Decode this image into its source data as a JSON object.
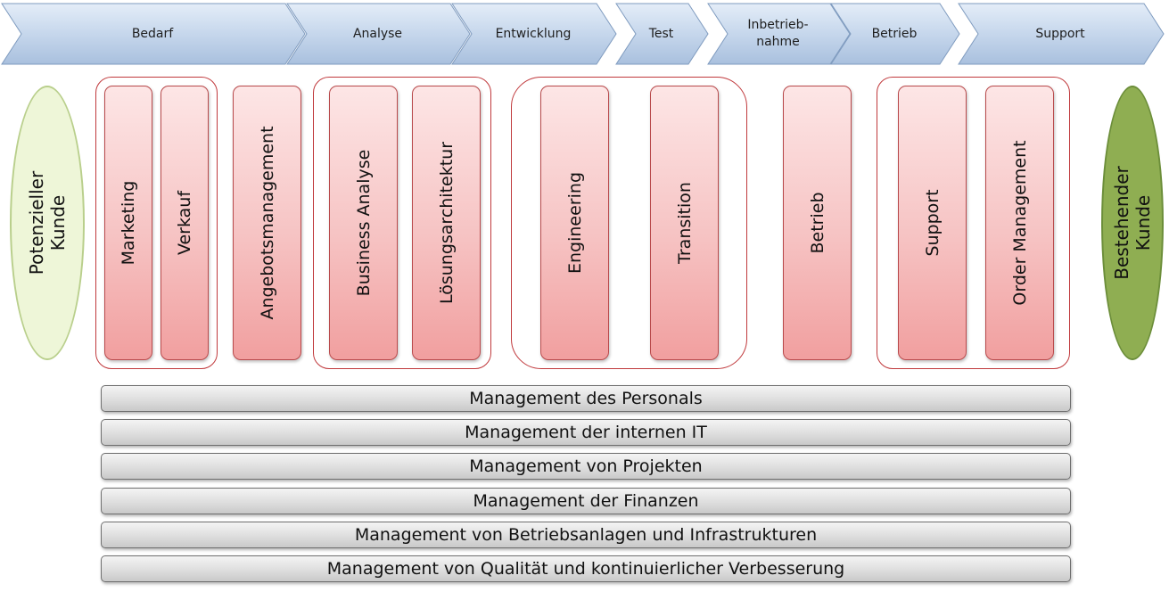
{
  "phases": [
    "Bedarf",
    "Analyse",
    "Entwicklung",
    "Test",
    "Inbetrieb-\nnahme",
    "Betrieb",
    "Support"
  ],
  "processes": {
    "marketing": "Marketing",
    "verkauf": "Verkauf",
    "angebotsmanagement": "Angebotsmanagement",
    "business_analyse": "Business Analyse",
    "loesungsarchitektur": "Lösungsarchitektur",
    "engineering": "Engineering",
    "transition": "Transition",
    "betrieb": "Betrieb",
    "support": "Support",
    "order_management": "Order Management"
  },
  "customers": {
    "potential": "Potenzieller\nKunde",
    "existing": "Bestehender\nKunde"
  },
  "management_bars": [
    "Management des Personals",
    "Management der internen IT",
    "Management von Projekten",
    "Management der Finanzen",
    "Management von Betriebsanlagen und Infrastrukturen",
    "Management von Qualität und kontinuierlicher Verbesserung"
  ],
  "colors": {
    "chevron_fill": "#bcd0e8",
    "chevron_border": "#7f9bbf",
    "process_fill": "#f4b6b6",
    "group_border": "#c0393c",
    "potential_customer": "#eef6d8",
    "existing_customer": "#8fae52",
    "management_bar": "#dedede"
  }
}
